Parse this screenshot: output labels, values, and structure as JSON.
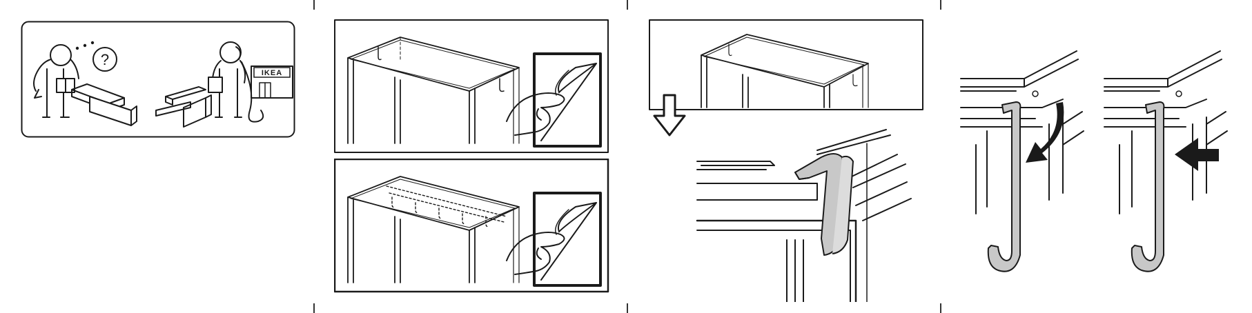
{
  "instruction_sheet": {
    "help_panel": {
      "question_symbol": "?",
      "store_sign": "IKEA"
    },
    "steps": [
      {
        "name": "apply-stickers-side"
      },
      {
        "name": "apply-stickers-top"
      },
      {
        "name": "attach-hook-detail"
      },
      {
        "name": "hook-rotate-and-slide"
      }
    ],
    "colors": {
      "line": "#1a1a1a",
      "hook_fill": "#c8c8c8",
      "background": "#ffffff"
    },
    "icons": [
      "question-mark-icon",
      "arrow-down-icon",
      "curved-arrow-icon",
      "arrow-left-icon",
      "peel-sticker-icon",
      "hand-icon"
    ]
  }
}
